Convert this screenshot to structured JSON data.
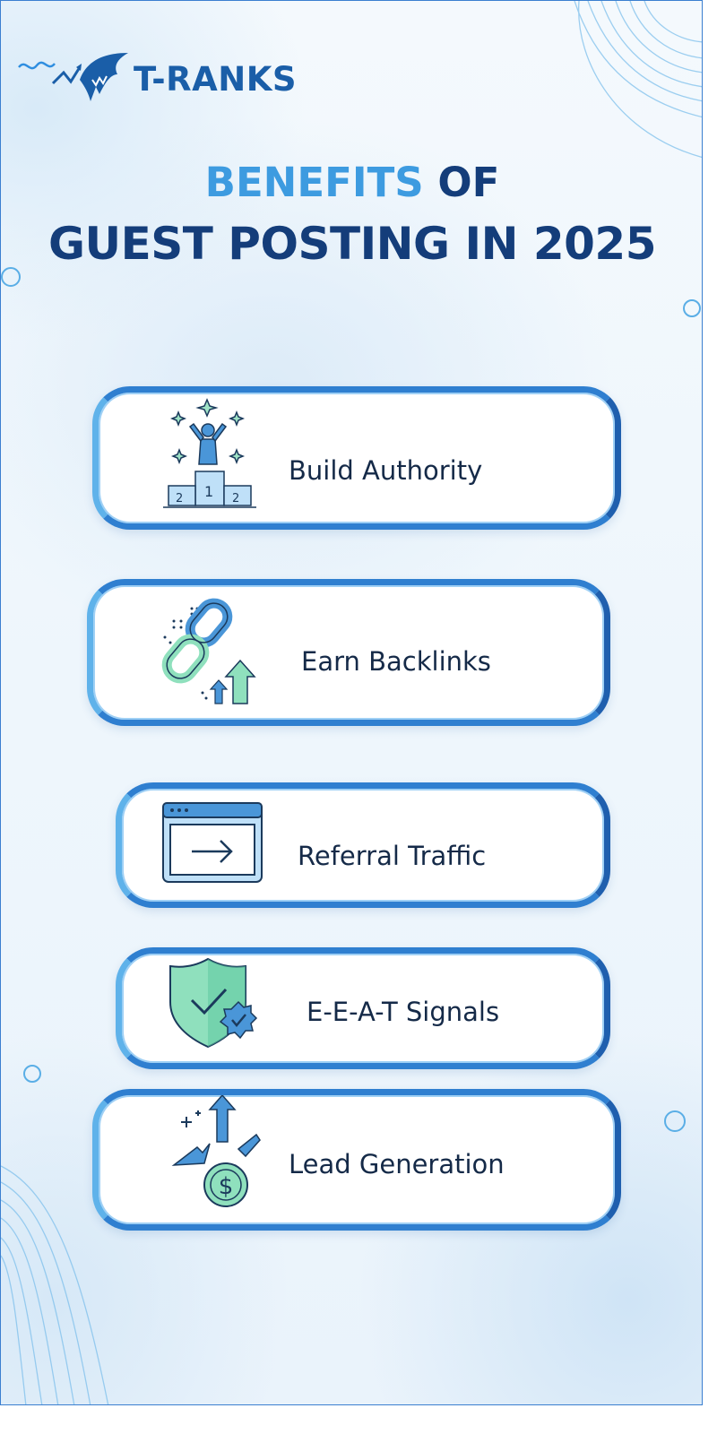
{
  "brand": {
    "name": "T-RANKS"
  },
  "title": {
    "line1_accent": "BENEFITS",
    "line1_rest": "OF",
    "line2": "GUEST POSTING IN 2025"
  },
  "benefits": [
    {
      "label": "Build Authority",
      "icon": "podium-winner-icon"
    },
    {
      "label": "Earn Backlinks",
      "icon": "chain-link-icon"
    },
    {
      "label": "Referral Traffic",
      "icon": "browser-arrow-icon"
    },
    {
      "label": "E-E-A-T Signals",
      "icon": "shield-check-icon"
    },
    {
      "label": "Lead Generation",
      "icon": "dollar-growth-icon"
    }
  ],
  "podium_numbers": [
    "2",
    "1",
    "2"
  ],
  "colors": {
    "brand_blue": "#1a5ea8",
    "title_dark": "#143d7a",
    "title_accent": "#3d9be0",
    "card_border": "#2f7fd0",
    "icon_green": "#8fe0bd"
  }
}
